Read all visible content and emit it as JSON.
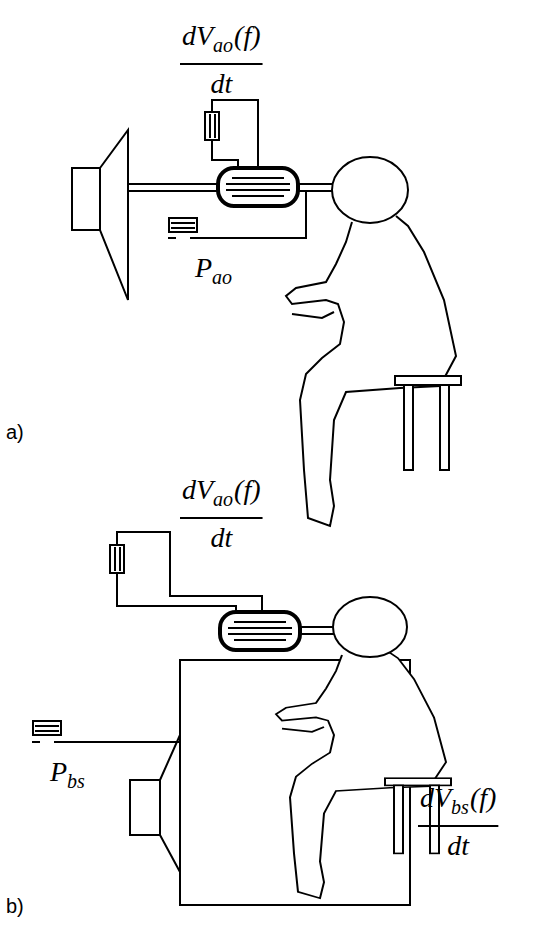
{
  "diagram": {
    "labels": [
      "dV",
      "ao",
      "(f)",
      "dt",
      "P",
      "ao",
      "a)",
      "dV",
      "ao",
      "(f)",
      "dt",
      "P",
      "bs",
      "dV",
      "bs",
      "(f)",
      "dt",
      "b)"
    ]
  }
}
